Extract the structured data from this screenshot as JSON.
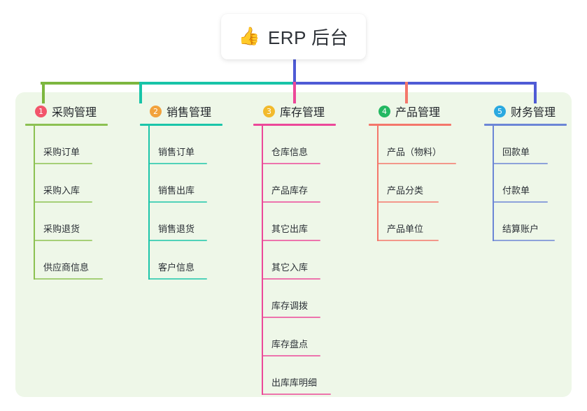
{
  "root": {
    "icon": "thumbs-up-icon",
    "icon_glyph": "👍",
    "title": "ERP 后台"
  },
  "panel": {
    "background_color": "#EEF7E8"
  },
  "connector_colors": {
    "center_stem": "#4F5BD5",
    "bar_left": "#7DB73F",
    "bar_mid": "#18C4A8",
    "bar_right": "#4F5BD5",
    "drop_1": "#7DB73F",
    "drop_2": "#18C4A8",
    "drop_3": "#EC4899",
    "drop_4": "#F4776B",
    "drop_5": "#4F5BD5"
  },
  "columns": [
    {
      "number": "1",
      "badge_color": "#F2556B",
      "line_color": "#8CC152",
      "title": "采购管理",
      "rule_width": 118,
      "items": [
        {
          "label": "采购订单",
          "rule_width": 84
        },
        {
          "label": "采购入库",
          "rule_width": 84
        },
        {
          "label": "采购退货",
          "rule_width": 84
        },
        {
          "label": "供应商信息",
          "rule_width": 99
        }
      ]
    },
    {
      "number": "2",
      "badge_color": "#F2A23C",
      "line_color": "#1BC5A9",
      "title": "销售管理",
      "rule_width": 118,
      "items": [
        {
          "label": "销售订单",
          "rule_width": 84
        },
        {
          "label": "销售出库",
          "rule_width": 84
        },
        {
          "label": "销售退货",
          "rule_width": 84
        },
        {
          "label": "客户信息",
          "rule_width": 84
        }
      ]
    },
    {
      "number": "3",
      "badge_color": "#F2BA2C",
      "line_color": "#EC4899",
      "title": "库存管理",
      "rule_width": 118,
      "items": [
        {
          "label": "仓库信息",
          "rule_width": 84
        },
        {
          "label": "产品库存",
          "rule_width": 84
        },
        {
          "label": "其它出库",
          "rule_width": 84
        },
        {
          "label": "其它入库",
          "rule_width": 84
        },
        {
          "label": "库存调拨",
          "rule_width": 84
        },
        {
          "label": "库存盘点",
          "rule_width": 84
        },
        {
          "label": "出库库明细",
          "rule_width": 99
        }
      ]
    },
    {
      "number": "4",
      "badge_color": "#23B862",
      "line_color": "#F4776B",
      "title": "产品管理",
      "rule_width": 118,
      "items": [
        {
          "label": "产品（物料）",
          "rule_width": 113
        },
        {
          "label": "产品分类",
          "rule_width": 88
        },
        {
          "label": "产品单位",
          "rule_width": 88
        }
      ]
    },
    {
      "number": "5",
      "badge_color": "#2AA9E0",
      "line_color": "#6C86D6",
      "title": "财务管理",
      "rule_width": 118,
      "items": [
        {
          "label": "回款单",
          "rule_width": 79
        },
        {
          "label": "付款单",
          "rule_width": 79
        },
        {
          "label": "结算账户",
          "rule_width": 89
        }
      ]
    }
  ]
}
